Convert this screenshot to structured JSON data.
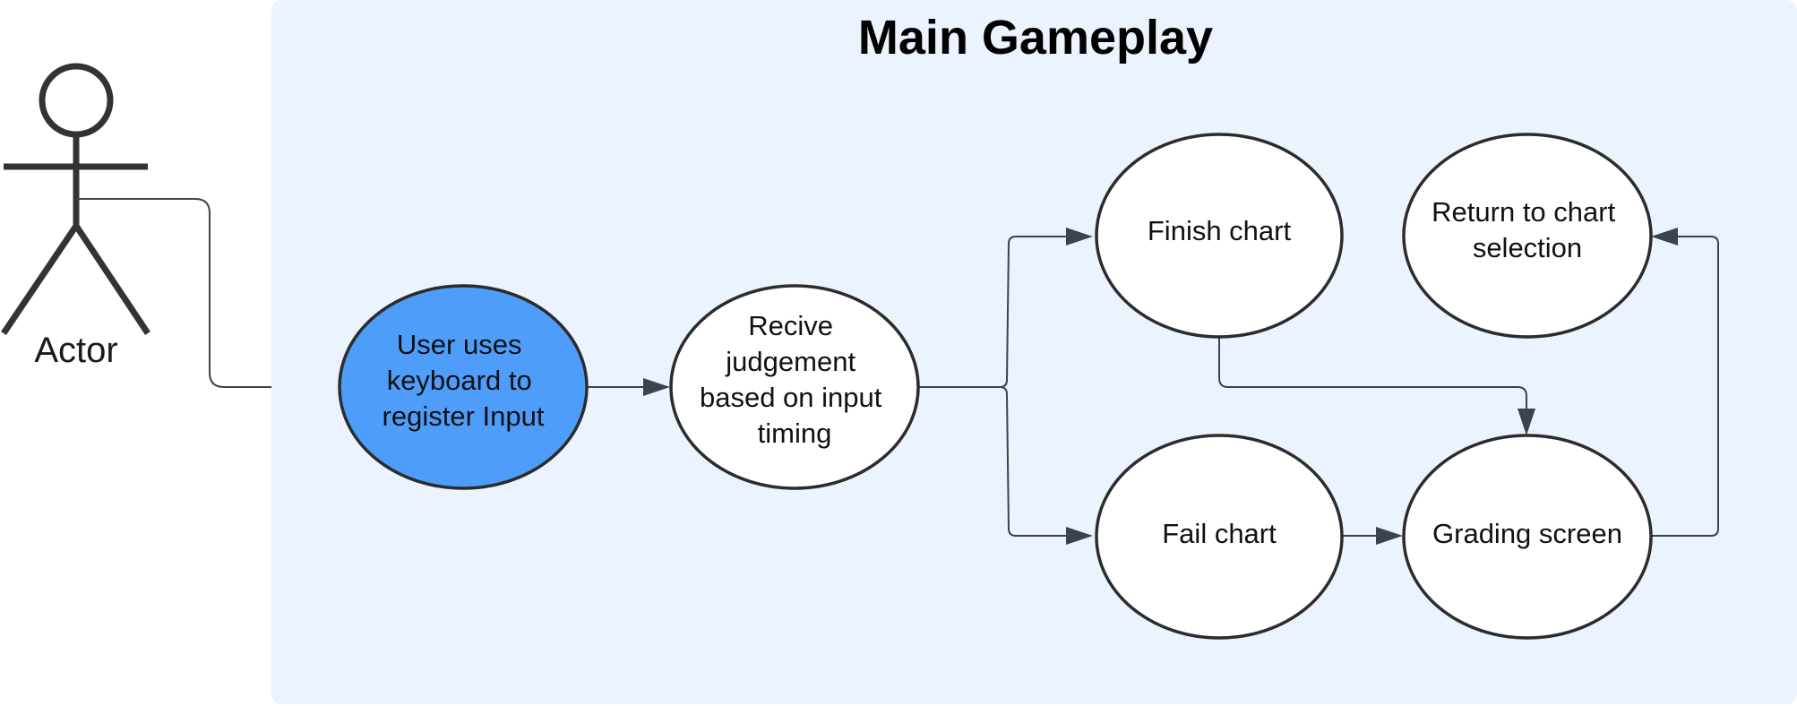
{
  "diagram": {
    "title": "Main Gameplay",
    "actor": {
      "label": "Actor"
    },
    "use_cases": {
      "register_input": {
        "lines": [
          "User uses",
          "keyboard to",
          "register Input"
        ],
        "fill": "#4f9dfb"
      },
      "receive_judgement": {
        "lines": [
          "Recive",
          "judgement",
          "based on input",
          "timing"
        ],
        "fill": "#ffffff"
      },
      "finish_chart": {
        "lines": [
          "Finish chart"
        ],
        "fill": "#ffffff"
      },
      "fail_chart": {
        "lines": [
          "Fail chart"
        ],
        "fill": "#ffffff"
      },
      "grading_screen": {
        "lines": [
          "Grading screen"
        ],
        "fill": "#ffffff"
      },
      "return_to_selection": {
        "lines": [
          "Return to chart",
          "selection"
        ],
        "fill": "#ffffff"
      }
    },
    "colors": {
      "boundary_fill": "#ebf3fe",
      "connector": "#3b4250",
      "highlight": "#4f9dfb"
    }
  }
}
